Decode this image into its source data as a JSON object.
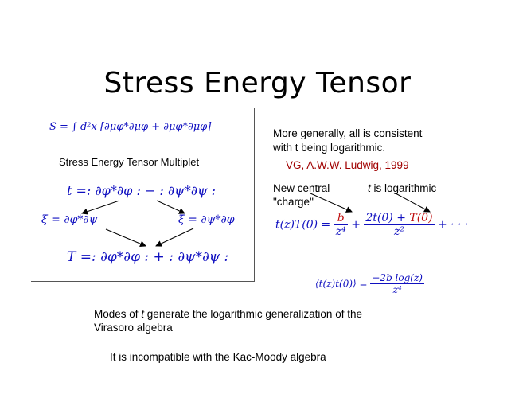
{
  "slide": {
    "title": "Stress Energy Tensor",
    "left": {
      "action": "S = ∫ d²x [∂μφ*∂μφ + ∂μφ*∂μφ]",
      "multiplet_heading": "Stress Energy Tensor Multiplet",
      "t_def": "t =: ∂φ*∂φ : − : ∂ψ*∂ψ :",
      "xi_def": "ξ = ∂φ*∂ψ",
      "xibar_def": "ξ̄ = ∂ψ*∂φ",
      "T_def": "T =: ∂φ*∂φ : + : ∂ψ*∂ψ :"
    },
    "right": {
      "general_line1": "More generally, all is consistent",
      "general_line2": "with t being logarithmic.",
      "citation": "VG, A.W.W. Ludwig, 1999",
      "new_central": "New central",
      "charge": "\"charge\"",
      "t_is": "t",
      "is_logarithmic": " is logarithmic",
      "ope_lhs": "t(z)T(0) = ",
      "ope_num1": "b",
      "ope_den1": "z⁴",
      "ope_plus1": " + ",
      "ope_num2a": "2t(0) + ",
      "ope_num2b": "T(0)",
      "ope_den2": "z²",
      "ope_tail": " + · · ·",
      "corr_lhs": "⟨t(z)t(0)⟩ = ",
      "corr_num": "−2b log(z)",
      "corr_den": "z⁴"
    },
    "bottom": {
      "modes_prefix": "Modes of ",
      "modes_t": "t",
      "modes_suffix": " generate the logarithmic generalization of the",
      "modes_line2": "Virasoro algebra",
      "incompatible": "It is incompatible with the Kac-Moody algebra"
    }
  }
}
